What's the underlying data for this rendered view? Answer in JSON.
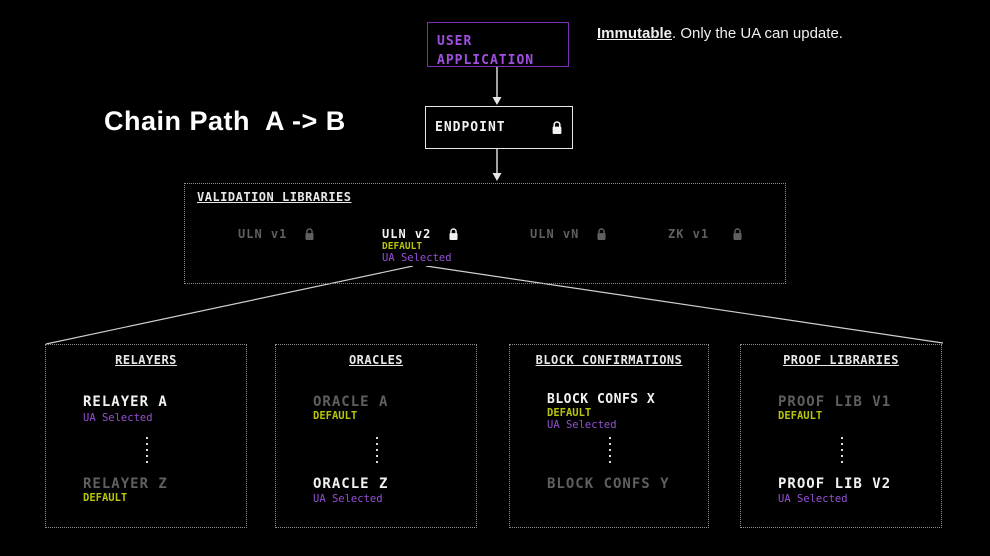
{
  "heading": "Chain Path  A -> B",
  "note": {
    "bold": "Immutable",
    "rest": ". Only the UA can update."
  },
  "nodes": {
    "user_application": {
      "label": "USER APPLICATION"
    },
    "endpoint": {
      "label": "ENDPOINT",
      "icon": "lock-icon"
    }
  },
  "validation": {
    "title": "VALIDATION LIBRARIES",
    "items": [
      {
        "label": "ULN v1",
        "state": "immutable-dim",
        "icon": "lock-icon"
      },
      {
        "label": "ULN v2",
        "state": "ua-selected",
        "icon": "lock-icon",
        "default_label": "DEFAULT",
        "ua_label": "UA Selected"
      },
      {
        "label": "ULN vN",
        "state": "immutable-dim",
        "icon": "lock-icon"
      },
      {
        "label": "ZK v1",
        "state": "immutable-dim",
        "icon": "lock-icon"
      }
    ]
  },
  "groups": [
    {
      "title": "RELAYERS",
      "items": [
        {
          "label": "RELAYER A",
          "state": "ua-selected",
          "ua_label": "UA Selected"
        },
        {
          "label": "RELAYER Z",
          "state": "default-dim",
          "default_label": "DEFAULT"
        }
      ]
    },
    {
      "title": "ORACLES",
      "items": [
        {
          "label": "ORACLE A",
          "state": "default-dim",
          "default_label": "DEFAULT"
        },
        {
          "label": "ORACLE Z",
          "state": "ua-selected",
          "ua_label": "UA Selected"
        }
      ]
    },
    {
      "title": "BLOCK CONFIRMATIONS",
      "items": [
        {
          "label": "BLOCK CONFS X",
          "state": "ua-selected",
          "default_label": "DEFAULT",
          "ua_label": "UA Selected"
        },
        {
          "label": "BLOCK CONFS Y",
          "state": "dim"
        }
      ]
    },
    {
      "title": "PROOF LIBRARIES",
      "items": [
        {
          "label": "PROOF LIB V1",
          "state": "default-dim",
          "default_label": "DEFAULT"
        },
        {
          "label": "PROOF LIB V2",
          "state": "ua-selected",
          "ua_label": "UA Selected"
        }
      ]
    }
  ],
  "colors": {
    "accent_purple_border": "#7a2fb3",
    "purple_text": "#a050e0",
    "ua_selected_purple": "#9550d4",
    "default_yellow": "#b8c40a",
    "dim_gray": "#5f5f5f",
    "white": "#f2f2f2"
  }
}
